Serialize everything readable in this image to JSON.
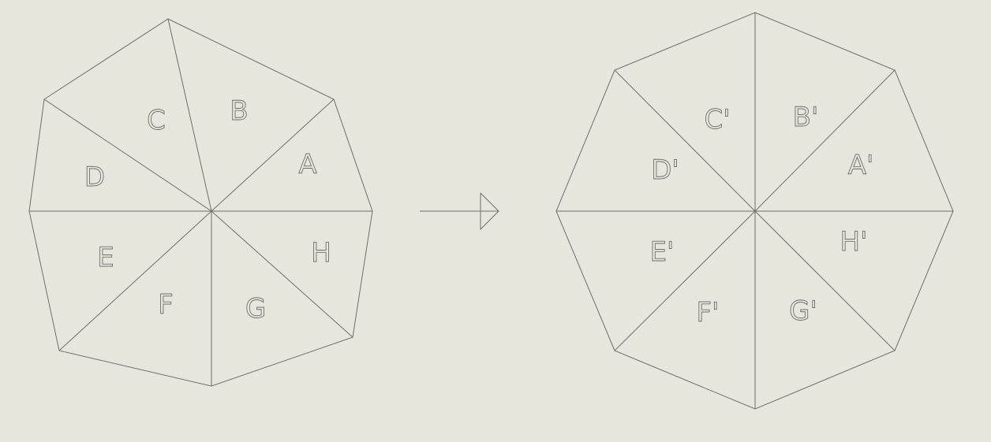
{
  "diagram": {
    "before": {
      "labels": [
        "A",
        "B",
        "C",
        "D",
        "E",
        "F",
        "G",
        "H"
      ]
    },
    "after": {
      "labels": [
        "A'",
        "B'",
        "C'",
        "D'",
        "E'",
        "F'",
        "G'",
        "H'"
      ]
    }
  },
  "colors": {
    "background": "#e6e6dc",
    "stroke": "#6e6e6e"
  }
}
